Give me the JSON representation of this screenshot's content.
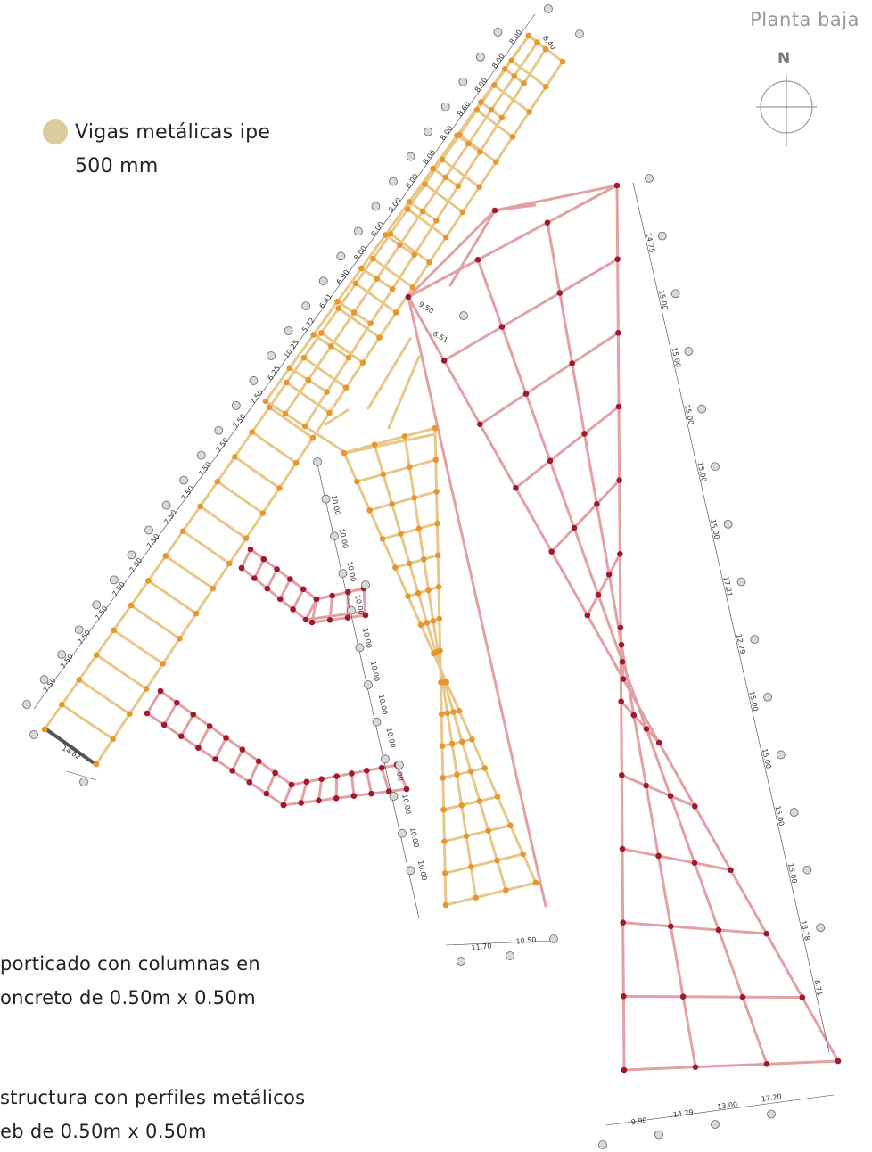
{
  "title": "Planta baja",
  "north": "N",
  "colors": {
    "steel_beam": "#e6c98a",
    "steel_node": "#e8962d",
    "concrete_beam": "#e2a1a5",
    "concrete_node": "#a3182c",
    "legend_dot": "#dccb9b",
    "dim_line": "#444444"
  },
  "legend": {
    "steel_line1": "Vigas metálicas ipe",
    "steel_line2": "500 mm",
    "concrete_line1": "porticado con columnas en",
    "concrete_line2": "oncreto de 0.50m x 0.50m",
    "structure_line1": "structura con perfiles metálicos",
    "structure_line2": "eb de 0.50m x 0.50m"
  },
  "dimensions": {
    "wing_ne": [
      "7.50",
      "7.50",
      "7.50",
      "7.50",
      "7.50",
      "7.50",
      "7.50",
      "7.50",
      "7.50",
      "7.50",
      "7.50",
      "7.50",
      "7.50",
      "6.25",
      "10.25",
      "5.72",
      "6.41",
      "6.90",
      "8.00",
      "8.00",
      "8.00",
      "8.00",
      "8.00",
      "8.00",
      "8.60",
      "8.00",
      "8.00",
      "8.00"
    ],
    "wing_top_end": "8.40",
    "wing_base": "14.62",
    "block_right": [
      "14.75",
      "15.00",
      "15.00",
      "15.00",
      "15.00",
      "15.00",
      "17.21",
      "12.79",
      "15.00",
      "15.00",
      "15.00",
      "15.00",
      "18.78",
      "8.71"
    ],
    "block_bottom": [
      "9.90",
      "14.29",
      "13.00",
      "17.20"
    ],
    "middle_left": [
      "10.00",
      "10.00",
      "10.00",
      "10.00",
      "10.00",
      "10.00",
      "10.00",
      "10.00",
      "10.00",
      "10.00",
      "10.00",
      "10.00"
    ],
    "middle_bottom": [
      "11.70",
      "10.50"
    ],
    "junction": [
      "9.50",
      "6.51"
    ]
  }
}
